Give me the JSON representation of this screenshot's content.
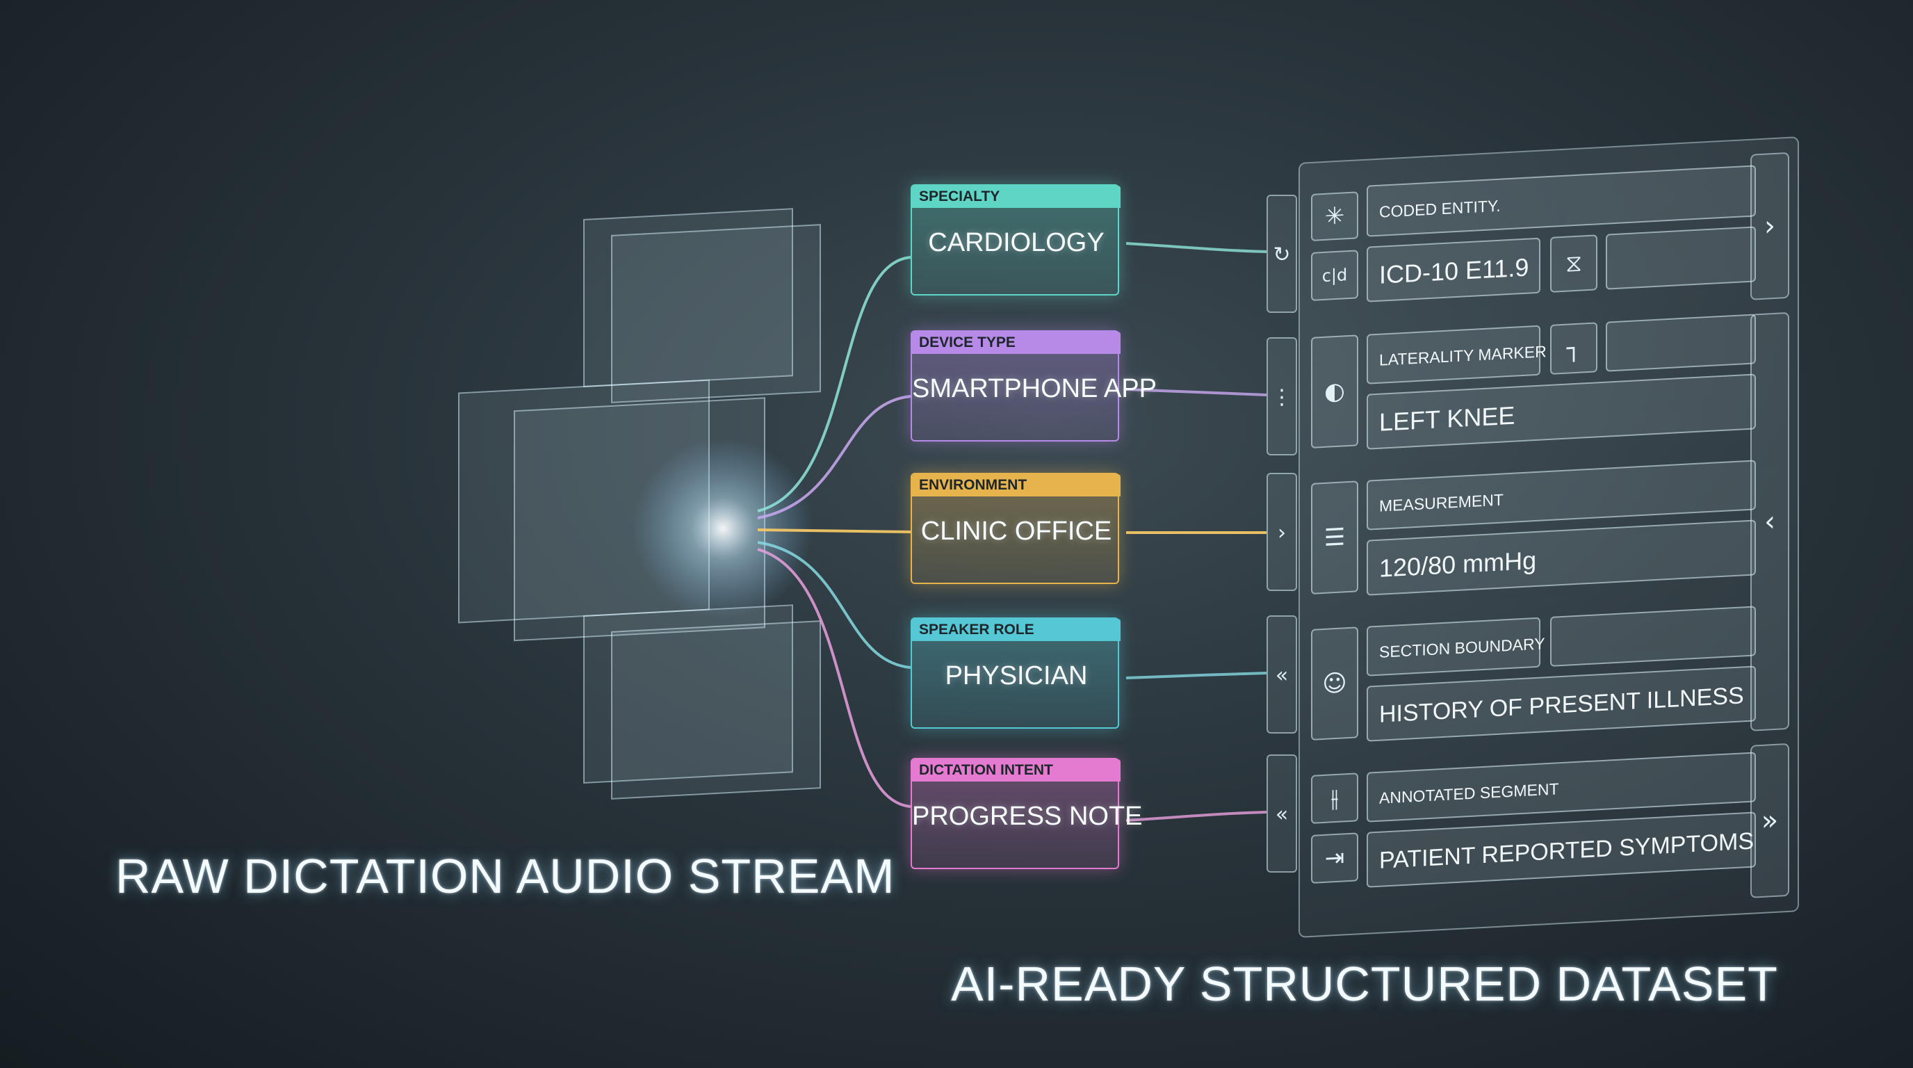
{
  "captions": {
    "left": "RAW DICTATION AUDIO STREAM",
    "right": "AI-READY STRUCTURED DATASET"
  },
  "colors": {
    "specialty": "#5fd6c5",
    "device_type": "#b78ae8",
    "environment": "#e7b34c",
    "speaker_role": "#56c7d4",
    "dictation_intent": "#e57bd0"
  },
  "categories": [
    {
      "tag": "SPECIALTY",
      "value": "CARDIOLOGY"
    },
    {
      "tag": "DEVICE TYPE",
      "value": "SMARTPHONE APP"
    },
    {
      "tag": "ENVIRONMENT",
      "value": "CLINIC OFFICE"
    },
    {
      "tag": "SPEAKER ROLE",
      "value": "PHYSICIAN"
    },
    {
      "tag": "DICTATION INTENT",
      "value": "PROGRESS NOTE"
    }
  ],
  "connector_icons": [
    "cycle-arrows-icon",
    "dots-icon",
    "chevron-right-icon",
    "double-chevron-left-icon",
    "double-chevron-left-icon"
  ],
  "dataset": {
    "rows": [
      {
        "label": "CODED ENTITY.",
        "value": "ICD-10 E11.9",
        "icon_top": "asterisk-icon",
        "icon_bottom": "bracket-pair-icon"
      },
      {
        "label": "LATERALITY MARKER",
        "value": "LEFT KNEE",
        "icon": "split-circle-icon"
      },
      {
        "label": "MEASUREMENT",
        "value": "120/80 mmHg",
        "icon": "list-icon"
      },
      {
        "label": "SECTION BOUNDARY",
        "value": "HISTORY OF PRESENT ILLNESS",
        "icon": "person-icon"
      },
      {
        "label": "ANNOTATED SEGMENT",
        "value": "PATIENT REPORTED SYMPTOMS",
        "icon_top": "divider-icon",
        "icon_bottom": "indent-icon"
      }
    ]
  }
}
